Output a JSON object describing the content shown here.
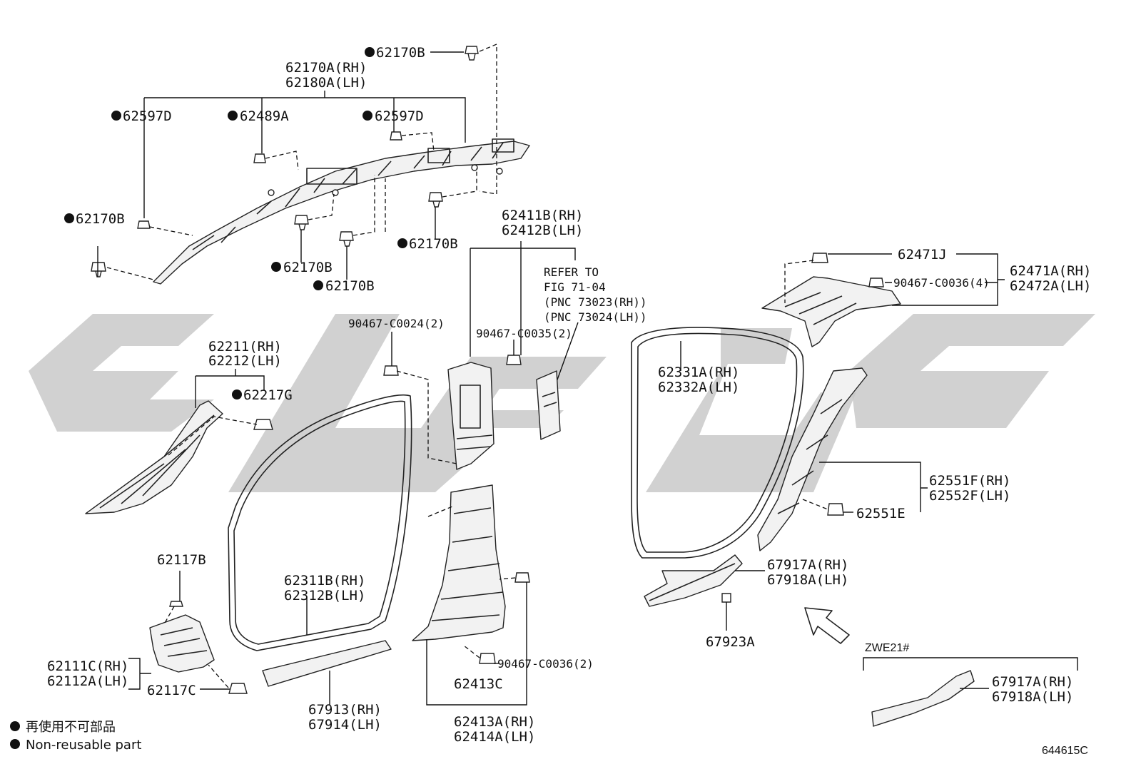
{
  "labels": {
    "p62170B_top": "62170B",
    "p62170A": "62170A(RH)",
    "p62180A": "62180A(LH)",
    "p62597D_left": "62597D",
    "p62489A": "62489A",
    "p62597D_right": "62597D",
    "p62170B_left": "62170B",
    "p62170B_mid1": "62170B",
    "p62170B_mid2": "62170B",
    "p62170B_right": "62170B",
    "p62411B": "62411B(RH)",
    "p62412B": "62412B(LH)",
    "refer1": "REFER TO",
    "refer2": "FIG 71-04",
    "refer3": "(PNC 73023(RH))",
    "refer4": "(PNC 73024(LH))",
    "p90467_C0024": "90467-C0024(2)",
    "p90467_C0035": "90467-C0035(2)",
    "p62211": "62211(RH)",
    "p62212": "62212(LH)",
    "p62217G": "62217G",
    "p62471J": "62471J",
    "p90467_C0036_4": "90467-C0036(4)",
    "p62471A": "62471A(RH)",
    "p62472A": "62472A(LH)",
    "p62331A": "62331A(RH)",
    "p62332A": "62332A(LH)",
    "p62551F": "62551F(RH)",
    "p62552F": "62552F(LH)",
    "p62551E": "62551E",
    "p62117B": "62117B",
    "p62311B": "62311B(RH)",
    "p62312B": "62312B(LH)",
    "p67917A_a": "67917A(RH)",
    "p67918A_a": "67918A(LH)",
    "p67923A": "67923A",
    "p62111C": "62111C(RH)",
    "p62112A": "62112A(LH)",
    "p62117C": "62117C",
    "p90467_C0036_2": "90467-C0036(2)",
    "p62413C": "62413C",
    "zwe21": "ZWE21#",
    "p67917A_b": "67917A(RH)",
    "p67918A_b": "67918A(LH)",
    "p67913": "67913(RH)",
    "p67914": "67914(LH)",
    "p62413A": "62413A(RH)",
    "p62414A": "62414A(LH)"
  },
  "legend": {
    "line1": "再使用不可部品",
    "line2": "Non-reusable part"
  },
  "figure_code": "644615C",
  "watermark_color": "#c9c9c9"
}
